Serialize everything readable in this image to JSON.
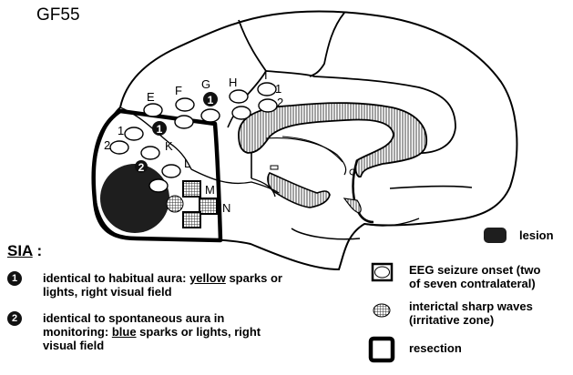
{
  "figure": {
    "title": "GF55"
  },
  "electrodes": {
    "E": "E",
    "F": "F",
    "G": "G",
    "H": "H",
    "I": "I",
    "K": "K",
    "L": "L",
    "M": "M",
    "N": "N",
    "I1": "1",
    "I2": "2",
    "E1": "1",
    "E2": "2"
  },
  "sia": {
    "heading": "SIA",
    "colon": ":",
    "items": [
      {
        "badge": "1",
        "pre": "identical to habitual aura: ",
        "emph": "yellow",
        "post1": " sparks or",
        "line2": "lights, right visual field"
      },
      {
        "badge": "2",
        "line1": "identical to spontaneous aura in",
        "pre": "monitoring: ",
        "emph": "blue",
        "post1": " sparks or lights, right",
        "line3": "visual field"
      }
    ]
  },
  "legend": {
    "lesion": "lesion",
    "eeg_line1": "EEG seizure onset (two",
    "eeg_line2": "of seven contralateral)",
    "sharp_line1": "interictal sharp waves",
    "sharp_line2": "(irritative zone)",
    "resection": "resection"
  },
  "colors": {
    "lesion": "#1e1e1e",
    "line": "#000000",
    "hatch": "#555555",
    "background": "#ffffff"
  }
}
